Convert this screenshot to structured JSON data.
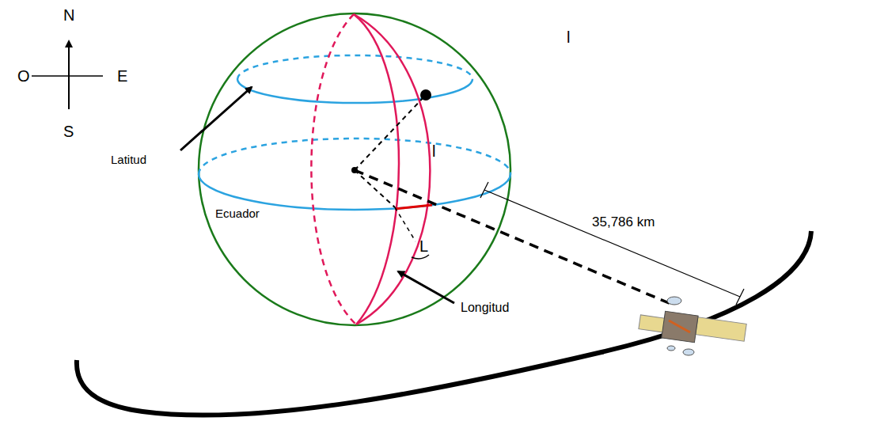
{
  "diagram": {
    "labels": [
      "N",
      "O",
      "E",
      "S",
      "Latitud",
      "Ecuador",
      "l",
      "L",
      "Longitud",
      "35,786 km",
      "l"
    ]
  }
}
